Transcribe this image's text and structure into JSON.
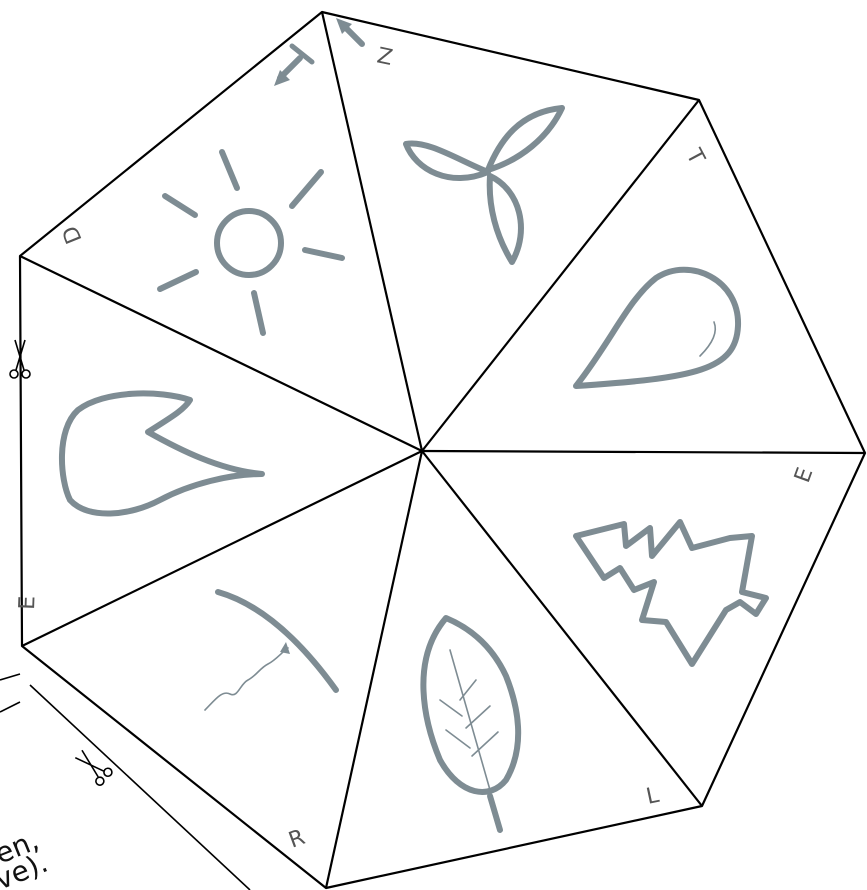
{
  "segment_letters": [
    "Z",
    "T",
    "D",
    "E",
    "E",
    "R",
    "L"
  ],
  "underlying_text": [
    "en,",
    "ve)."
  ],
  "icons": [
    "arrow-icon",
    "sun-icon",
    "wind-turbine-icon",
    "water-drop-icon",
    "flame-icon",
    "pine-tree-icon",
    "atmosphere-radiation-icon",
    "leaf-icon",
    "scissors-icon"
  ],
  "colors": {
    "outline": "#000000",
    "drawing": "#7e8c93",
    "background": "#ffffff"
  }
}
